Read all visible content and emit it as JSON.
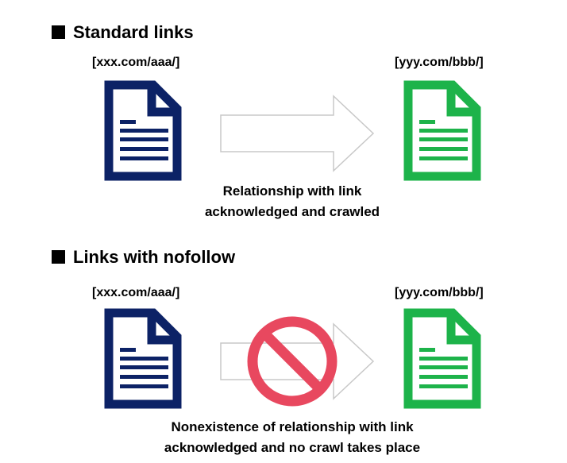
{
  "sections": [
    {
      "heading": "Standard links",
      "source_url": "[xxx.com/aaa/]",
      "target_url": "[yyy.com/bbb/]",
      "caption_line1": "Relationship with link",
      "caption_line2": "acknowledged and crawled"
    },
    {
      "heading": "Links with nofollow",
      "source_url": "[xxx.com/aaa/]",
      "target_url": "[yyy.com/bbb/]",
      "caption_line1": "Nonexistence of relationship with link",
      "caption_line2": "acknowledged and no crawl takes place"
    }
  ],
  "colors": {
    "source_doc": "#0c2266",
    "target_doc": "#1db34a",
    "arrow_stroke": "#c8c8c8",
    "prohibited": "#e8485f"
  }
}
